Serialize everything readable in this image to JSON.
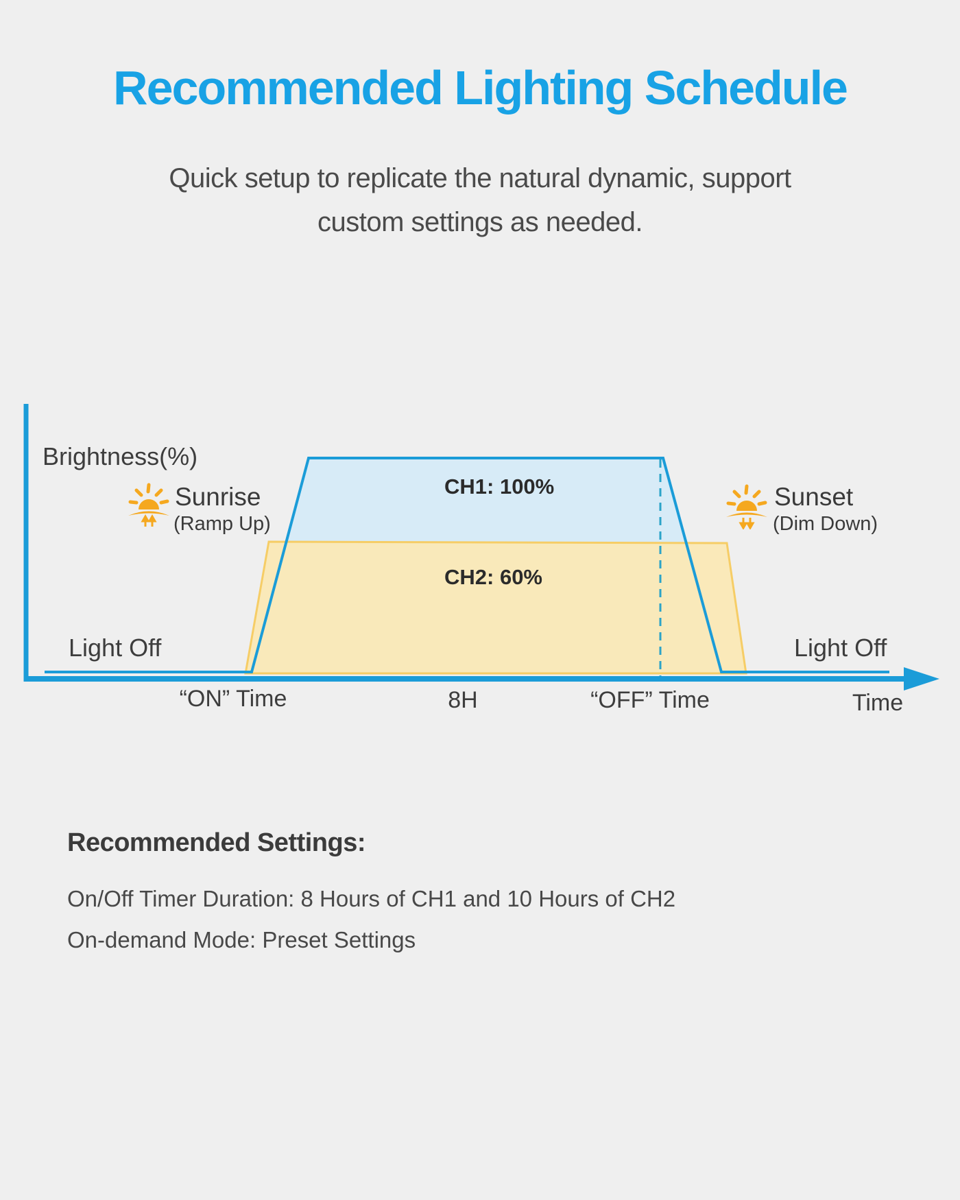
{
  "page": {
    "background_color": "#EFEFEF"
  },
  "header": {
    "title": "Recommended Lighting Schedule",
    "title_color": "#18A2E5",
    "subtitle_line1": "Quick setup to replicate the natural dynamic, support",
    "subtitle_line2": "custom settings as needed."
  },
  "chart": {
    "y_axis_label": "Brightness(%)",
    "x_axis_label": "Time",
    "ch1_label": "CH1: 100%",
    "ch2_label": "CH2: 60%",
    "sunrise": {
      "label": "Sunrise",
      "sublabel": "(Ramp Up)"
    },
    "sunset": {
      "label": "Sunset",
      "sublabel": "(Dim Down)"
    },
    "light_off_left": "Light Off",
    "light_off_right": "Light Off",
    "tick_on": "“ON” Time",
    "tick_8h": "8H",
    "tick_off": "“OFF” Time",
    "colors": {
      "axis_blue": "#1B9CD8",
      "ch1_fill": "#D7EBF7",
      "ch2_fill": "#FBE9B6",
      "ch2_stroke": "#F6CD66",
      "dashed_line": "#2BA3C8",
      "sun_orange": "#F5A81F"
    }
  },
  "chart_data": {
    "type": "area",
    "title": "Recommended Lighting Schedule",
    "xlabel": "Time",
    "ylabel": "Brightness(%)",
    "x_ticks": [
      "“ON” Time",
      "8H",
      "“OFF” Time"
    ],
    "grid": false,
    "legend_position": "inside-area-labels",
    "series": [
      {
        "name": "CH1",
        "annotation": "CH1: 100%",
        "peak_brightness_pct": 100,
        "on_duration_hours": 8,
        "shape": "trapezoid",
        "profile": [
          "Light Off",
          "ramp up at “ON” Time (Sunrise)",
          "hold 100% for 8H",
          "dim down at “OFF” Time (Sunset)",
          "Light Off"
        ]
      },
      {
        "name": "CH2",
        "annotation": "CH2: 60%",
        "peak_brightness_pct": 60,
        "on_duration_hours": 10,
        "shape": "trapezoid",
        "profile": [
          "Light Off",
          "ramp up at “ON” Time (Sunrise)",
          "hold 60%",
          "dim down (Sunset)",
          "Light Off"
        ]
      }
    ],
    "annotations": [
      "Sunrise (Ramp Up)",
      "Sunset (Dim Down)",
      "Light Off",
      "Light Off"
    ]
  },
  "settings": {
    "heading": "Recommended Settings:",
    "line1": "On/Off Timer Duration: 8 Hours of CH1 and 10 Hours of CH2",
    "line2": "On-demand Mode: Preset Settings"
  }
}
